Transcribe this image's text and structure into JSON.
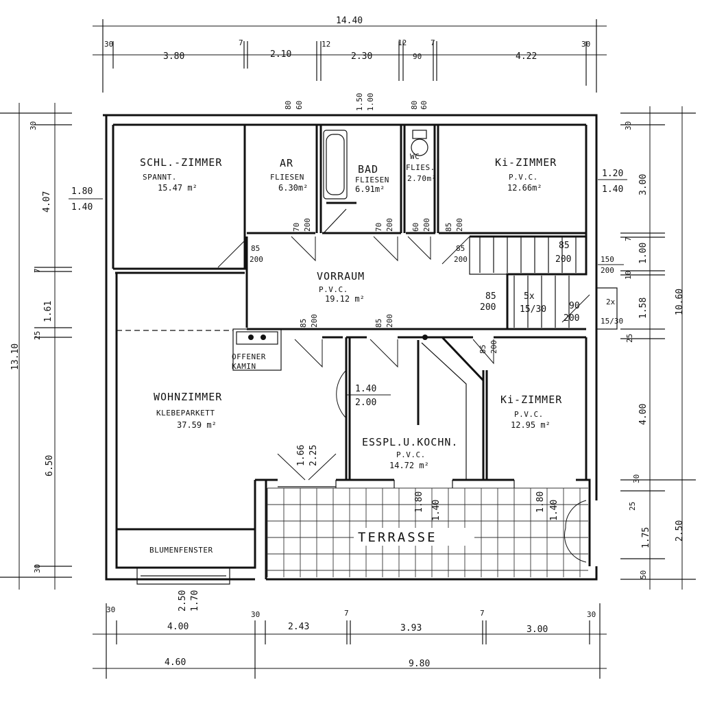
{
  "rooms": {
    "schlafzimmer": {
      "name": "SCHL.-ZIMMER",
      "floor": "SPANNT.",
      "area": "15.47 m²"
    },
    "ar": {
      "name": "AR",
      "floor": "FLIESEN",
      "area": "6.30m²"
    },
    "bad": {
      "name": "BAD",
      "floor": "FLIESEN",
      "area": "6.91m²"
    },
    "wc": {
      "name": "WC",
      "floor": "FLIES.",
      "area": "2.70m²"
    },
    "kizimmer1": {
      "name": "Ki-ZIMMER",
      "floor": "P.V.C.",
      "area": "12.66m²"
    },
    "vorraum": {
      "name": "VORRAUM",
      "floor": "P.V.C.",
      "area": "19.12 m²"
    },
    "wohnzimmer": {
      "name": "WOHNZIMMER",
      "floor": "KLEBEPARKETT",
      "area": "37.59 m²"
    },
    "kamin": {
      "line1": "OFFENER",
      "line2": "KAMIN"
    },
    "essplatz": {
      "name": "ESSPL.U.KOCHN.",
      "floor": "P.V.C.",
      "area": "14.72 m²"
    },
    "kizimmer2": {
      "name": "Ki-ZIMMER",
      "floor": "P.V.C.",
      "area": "12.95 m²"
    },
    "blumenfenster": {
      "name": "BLUMENFENSTER"
    },
    "terrasse": {
      "name": "TERRASSE"
    }
  },
  "dims_top": {
    "total": "14.40",
    "d30a": "30",
    "d380": "3.80",
    "d7a": "7",
    "d210": "2.10",
    "d12a": "12",
    "d230": "2.30",
    "d12b": "12",
    "d90": "90",
    "d7b": "7",
    "d422": "4.22",
    "d30b": "30"
  },
  "dims_bottom": {
    "d30a": "30",
    "d400": "4.00",
    "d30b": "30",
    "d243": "2.43",
    "d7a": "7",
    "d393": "3.93",
    "d7b": "7",
    "d300": "3.00",
    "d30c": "30",
    "d460": "4.60",
    "d980": "9.80"
  },
  "dims_left": {
    "total": "13.10",
    "d30a": "30",
    "d407": "4.07",
    "d7": "7",
    "d161": "1.61",
    "d25": "25",
    "d650": "6.50",
    "d30b": "30"
  },
  "dims_right": {
    "total": "10.60",
    "d30a": "30",
    "d300": "3.00",
    "d7": "7",
    "d100": "1.00",
    "d10": "10",
    "d158": "1.58",
    "d25a": "25",
    "d400": "4.00",
    "d30b": "30",
    "d25b": "25",
    "d175": "1.75",
    "d50": "50",
    "d250": "2.50"
  },
  "openings": {
    "win_schl_w": "1.80",
    "win_schl_h": "1.40",
    "win_ar_w": "80",
    "win_ar_h": "60",
    "win_bad_w": "1.50",
    "win_bad_h": "1.00",
    "win_wc_w": "80",
    "win_wc_h": "60",
    "win_ki1_w": "1.20",
    "win_ki1_h": "1.40",
    "door_schl_w": "85",
    "door_schl_h": "200",
    "door_ar_w": "70",
    "door_ar_h": "200",
    "door_bad_w": "70",
    "door_bad_h": "200",
    "door_wc_w": "60",
    "door_wc_h": "200",
    "door_ki1_w": "85",
    "door_ki1_h": "200",
    "stair_up_w": "85",
    "stair_up_h": "200",
    "door_vr_w": "85",
    "door_vr_h": "200",
    "stairs_count": "5x",
    "stairs_size": "15/30",
    "door_ent_w": "150",
    "door_ent_h": "200",
    "door_out_w": "90",
    "door_out_h": "200",
    "ext_steps_count": "2x",
    "ext_steps_size": "15/30",
    "door_wohn_w": "85",
    "door_wohn_h": "200",
    "door_ess_w": "85",
    "door_ess_h": "200",
    "door_ki2_w": "85",
    "door_ki2_h": "200",
    "pass_w": "1.40",
    "pass_h": "2.00",
    "door_terr_w": "1.66",
    "door_terr_h": "2.25",
    "win_ess_w": "1.80",
    "win_ess_h": "1.40",
    "win_ki2_w": "1.80",
    "win_ki2_h": "1.40",
    "win_blume_w": "2.50",
    "win_blume_h": "1.70"
  }
}
